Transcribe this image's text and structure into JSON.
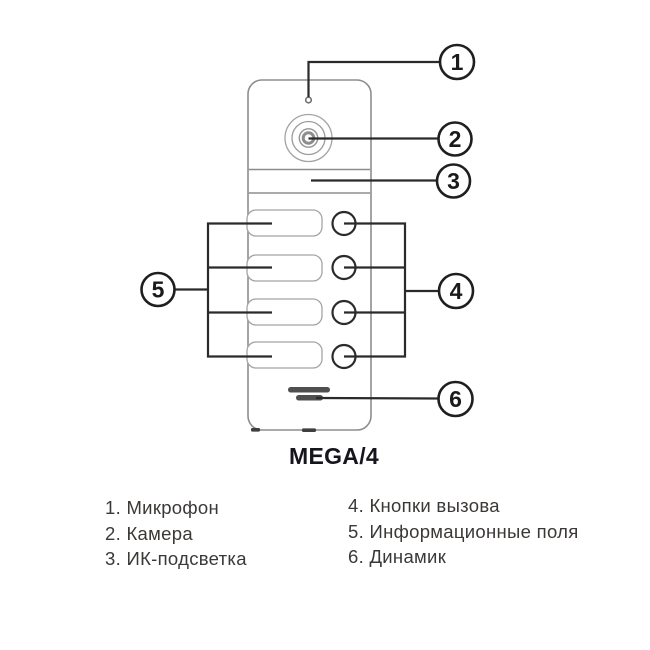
{
  "model_label": "MEGA/4",
  "callout_markers": [
    "1",
    "2",
    "3",
    "4",
    "5",
    "6"
  ],
  "legend": {
    "left_column": [
      "1. Микрофон",
      "2. Камера",
      "3. ИК-подсветка"
    ],
    "right_column": [
      "4. Кнопки вызова",
      "5. Информационные поля",
      "6. Динамик"
    ]
  },
  "colors": {
    "callout_line": "#2a2a2a",
    "device_outline": "#8d8d8d",
    "field_outline": "#a5a5a5",
    "speaker_fill": "#4f4f4f",
    "legend_text": "#3b3836",
    "background": "#ffffff"
  }
}
